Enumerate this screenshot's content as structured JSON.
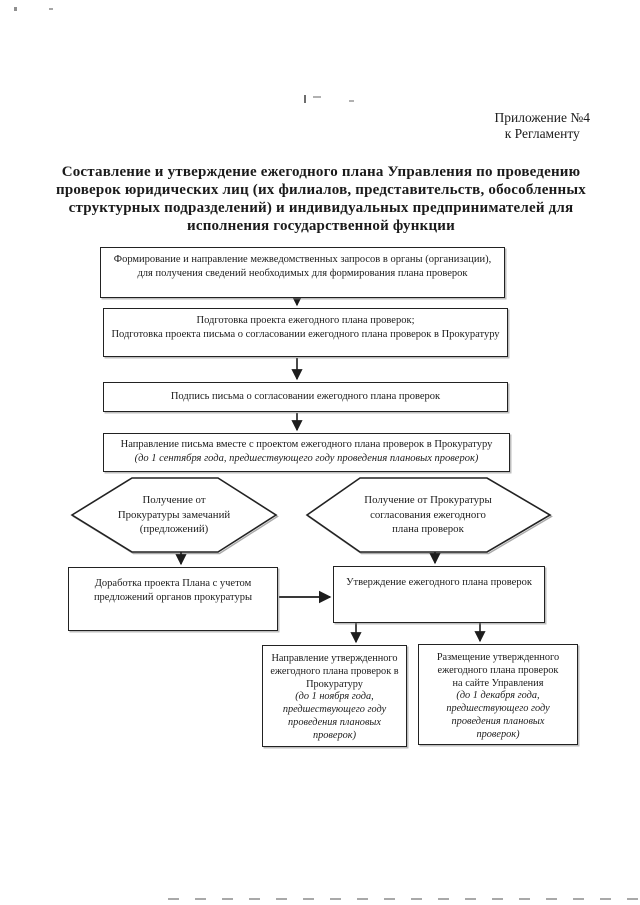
{
  "header": {
    "appendix_line1": "Приложение №4",
    "appendix_line2": "к Регламенту",
    "title_lines": [
      "Составление и утверждение ежегодного плана Управления по проведению",
      "проверок юридических лиц (их филиалов, представительств, обособленных",
      "структурных подразделений) и индивидуальных предпринимателей для",
      "исполнения государственной функции"
    ]
  },
  "flow": {
    "step1": {
      "lines": [
        "Формирование и направление межведомственных запросов в органы (организации),",
        "для получения сведений необходимых для формирования плана проверок"
      ]
    },
    "step2": {
      "lines": [
        "Подготовка проекта ежегодного плана проверок;",
        "Подготовка проекта письма о согласовании ежегодного плана проверок в Прокуратуру"
      ]
    },
    "step3": {
      "lines": [
        "Подпись письма о согласовании ежегодного плана проверок"
      ]
    },
    "step4": {
      "lines": [
        "Направление письма вместе с проектом ежегодного плана проверок в Прокуратуру"
      ],
      "italic": "(до 1 сентября года, предшествующего году проведения плановых проверок)"
    },
    "hex_left": {
      "lines": [
        "Получение от",
        "Прокуратуры замечаний",
        "(предложений)"
      ]
    },
    "hex_right": {
      "lines": [
        "Получение от Прокуратуры",
        "согласования ежегодного",
        "плана проверок"
      ]
    },
    "rework": {
      "lines": [
        "Доработка проекта Плана с учетом",
        "предложений органов прокуратуры"
      ]
    },
    "approve": {
      "lines": [
        "Утверждение ежегодного плана проверок"
      ]
    },
    "send": {
      "lines": [
        "Направление утвержденного",
        "ежегодного плана проверок в",
        "Прокуратуру"
      ],
      "italic_lines": [
        "(до 1 ноября года,",
        "предшествующего году",
        "проведения плановых",
        "проверок)"
      ]
    },
    "publish": {
      "lines": [
        "Размещение утвержденного",
        "ежегодного плана проверок",
        "на сайте Управления"
      ],
      "italic_lines": [
        "(до 1 декабря года,",
        "предшествующего году",
        "проведения плановых",
        "проверок)"
      ]
    }
  },
  "colors": {
    "ink": "#1b1b1b",
    "border": "#222222",
    "scan_shadow": "#9a9a9a",
    "paper": "#ffffff"
  }
}
